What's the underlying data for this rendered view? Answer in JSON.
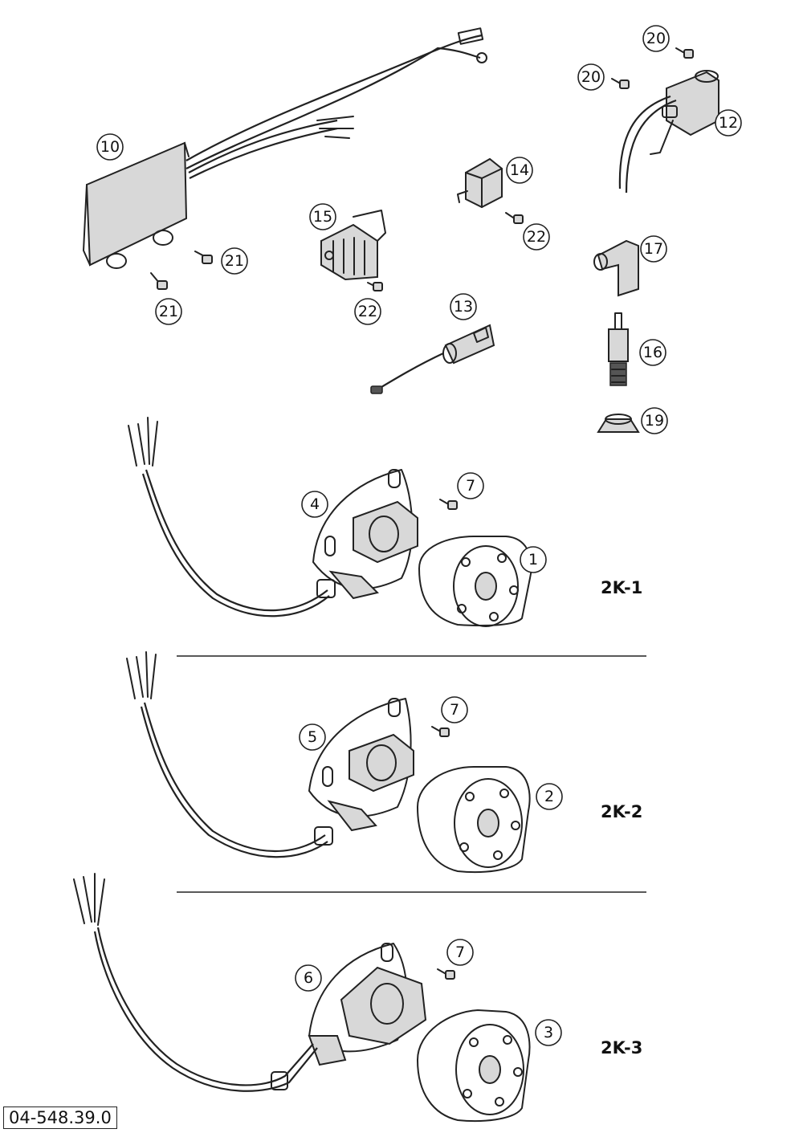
{
  "diagram": {
    "callouts": {
      "c10": "10",
      "c21a": "21",
      "c21b": "21",
      "c15": "15",
      "c22a": "22",
      "c14": "14",
      "c22b": "22",
      "c13": "13",
      "c20a": "20",
      "c20b": "20",
      "c12": "12",
      "c17": "17",
      "c16": "16",
      "c19": "19",
      "c4": "4",
      "c7a": "7",
      "c1": "1",
      "c5": "5",
      "c7b": "7",
      "c2": "2",
      "c6": "6",
      "c7c": "7",
      "c3": "3"
    },
    "variants": {
      "v1": "2K-1",
      "v2": "2K-2",
      "v3": "2K-3"
    }
  },
  "footer": {
    "doc_number": "04-548.39.0"
  }
}
